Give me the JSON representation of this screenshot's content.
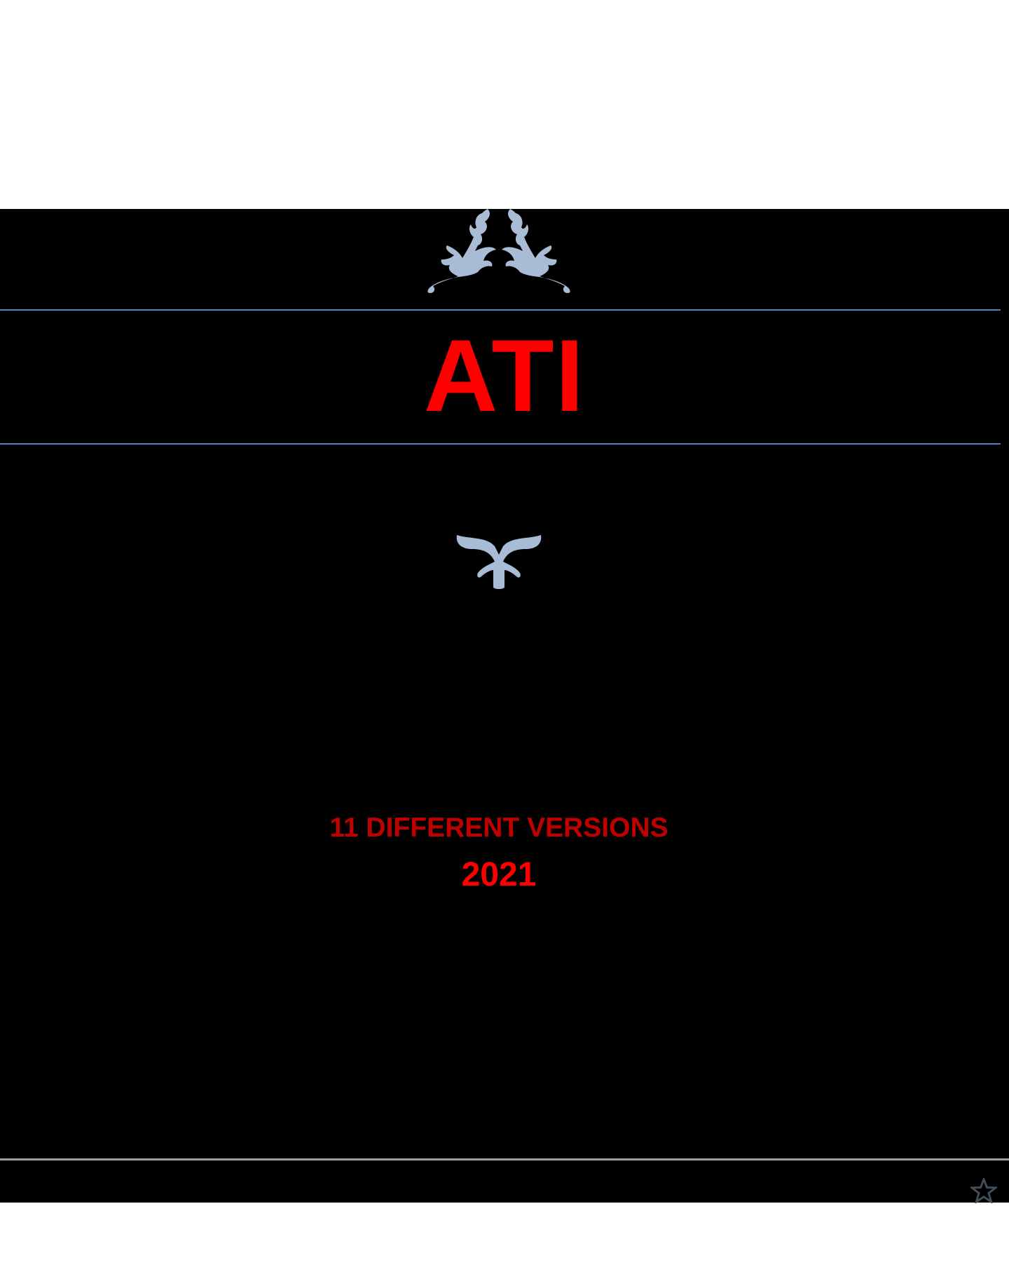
{
  "document": {
    "title": "ATI",
    "subtitle": "11 DIFFERENT VERSIONS",
    "year": "2021"
  },
  "decorations": {
    "top_ornament": "floral-flourish-icon",
    "middle_ornament": "fleuron-icon",
    "corner_mark": "star-outline-icon"
  },
  "colors": {
    "background": "#000000",
    "page": "#FFFFFF",
    "title": "#FF0000",
    "subtitle": "#C00000",
    "year": "#FF0000",
    "ornament": "#A9BCD6",
    "rule_blue": "#4F81BD",
    "rule_gray": "#97A1A8",
    "star": "#3F5058"
  }
}
